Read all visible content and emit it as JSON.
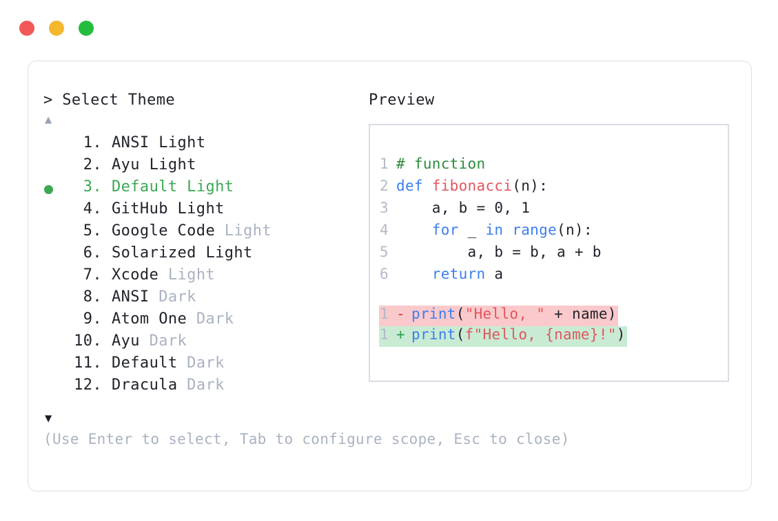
{
  "window": {
    "dots": [
      {
        "name": "close",
        "color": "#f2585a"
      },
      {
        "name": "minimize",
        "color": "#f5b72b"
      },
      {
        "name": "maximize",
        "color": "#22bd3e"
      }
    ]
  },
  "picker": {
    "prompt": "> Select Theme",
    "scroll_up_glyph": "▲",
    "scroll_down_glyph": "▼",
    "selected_index": 3,
    "items": [
      {
        "index": "1.",
        "name": "ANSI",
        "variant": "Light",
        "variant_muted": false,
        "selected": false,
        "marker": ""
      },
      {
        "index": "2.",
        "name": "Ayu",
        "variant": "Light",
        "variant_muted": false,
        "selected": false,
        "marker": ""
      },
      {
        "index": "3.",
        "name": "Default",
        "variant": "Light",
        "variant_muted": false,
        "selected": true,
        "marker": "●"
      },
      {
        "index": "4.",
        "name": "GitHub",
        "variant": "Light",
        "variant_muted": false,
        "selected": false,
        "marker": ""
      },
      {
        "index": "5.",
        "name": "Google Code",
        "variant": "Light",
        "variant_muted": true,
        "selected": false,
        "marker": ""
      },
      {
        "index": "6.",
        "name": "Solarized",
        "variant": "Light",
        "variant_muted": false,
        "selected": false,
        "marker": ""
      },
      {
        "index": "7.",
        "name": "Xcode",
        "variant": "Light",
        "variant_muted": true,
        "selected": false,
        "marker": ""
      },
      {
        "index": "8.",
        "name": "ANSI",
        "variant": "Dark",
        "variant_muted": true,
        "selected": false,
        "marker": ""
      },
      {
        "index": "9.",
        "name": "Atom One",
        "variant": "Dark",
        "variant_muted": true,
        "selected": false,
        "marker": ""
      },
      {
        "index": "10.",
        "name": "Ayu",
        "variant": "Dark",
        "variant_muted": true,
        "selected": false,
        "marker": ""
      },
      {
        "index": "11.",
        "name": "Default",
        "variant": "Dark",
        "variant_muted": true,
        "selected": false,
        "marker": ""
      },
      {
        "index": "12.",
        "name": "Dracula",
        "variant": "Dark",
        "variant_muted": true,
        "selected": false,
        "marker": ""
      }
    ],
    "hint": "(Use Enter to select, Tab to configure scope, Esc to close)"
  },
  "preview": {
    "label": "Preview",
    "code_lines": [
      {
        "no": "1",
        "tokens": [
          {
            "text": "# function",
            "type": "comment"
          }
        ]
      },
      {
        "no": "2",
        "tokens": [
          {
            "text": "def ",
            "type": "keyword"
          },
          {
            "text": "fibonacci",
            "type": "func"
          },
          {
            "text": "(n):",
            "type": "plain"
          }
        ]
      },
      {
        "no": "3",
        "tokens": [
          {
            "text": "    a, b = ",
            "type": "plain"
          },
          {
            "text": "0",
            "type": "number"
          },
          {
            "text": ", ",
            "type": "plain"
          },
          {
            "text": "1",
            "type": "number"
          }
        ]
      },
      {
        "no": "4",
        "tokens": [
          {
            "text": "    ",
            "type": "plain"
          },
          {
            "text": "for ",
            "type": "keyword"
          },
          {
            "text": "_ ",
            "type": "plain"
          },
          {
            "text": "in ",
            "type": "keyword"
          },
          {
            "text": "range",
            "type": "builtin"
          },
          {
            "text": "(n):",
            "type": "plain"
          }
        ]
      },
      {
        "no": "5",
        "tokens": [
          {
            "text": "        a, b = b, a + b",
            "type": "plain"
          }
        ]
      },
      {
        "no": "6",
        "tokens": [
          {
            "text": "    ",
            "type": "plain"
          },
          {
            "text": "return ",
            "type": "keyword"
          },
          {
            "text": "a",
            "type": "plain"
          }
        ]
      }
    ],
    "diff_lines": [
      {
        "no": "1",
        "sign": "-",
        "kind": "removed",
        "tokens": [
          {
            "text": "print",
            "type": "builtin"
          },
          {
            "text": "(",
            "type": "plain"
          },
          {
            "text": "\"Hello, \"",
            "type": "string"
          },
          {
            "text": " + name)",
            "type": "plain"
          }
        ]
      },
      {
        "no": "1",
        "sign": "+",
        "kind": "added",
        "tokens": [
          {
            "text": "print",
            "type": "builtin"
          },
          {
            "text": "(",
            "type": "plain"
          },
          {
            "text": "f\"Hello, {name}!\"",
            "type": "string"
          },
          {
            "text": ")",
            "type": "plain"
          }
        ]
      }
    ]
  },
  "colors": {
    "accent_green": "#3aa853",
    "muted": "#aab2c2",
    "text": "#21232b",
    "diff_removed_bg": "#fac9cb",
    "diff_added_bg": "#c9ebd4",
    "border": "#dcdfe8"
  }
}
